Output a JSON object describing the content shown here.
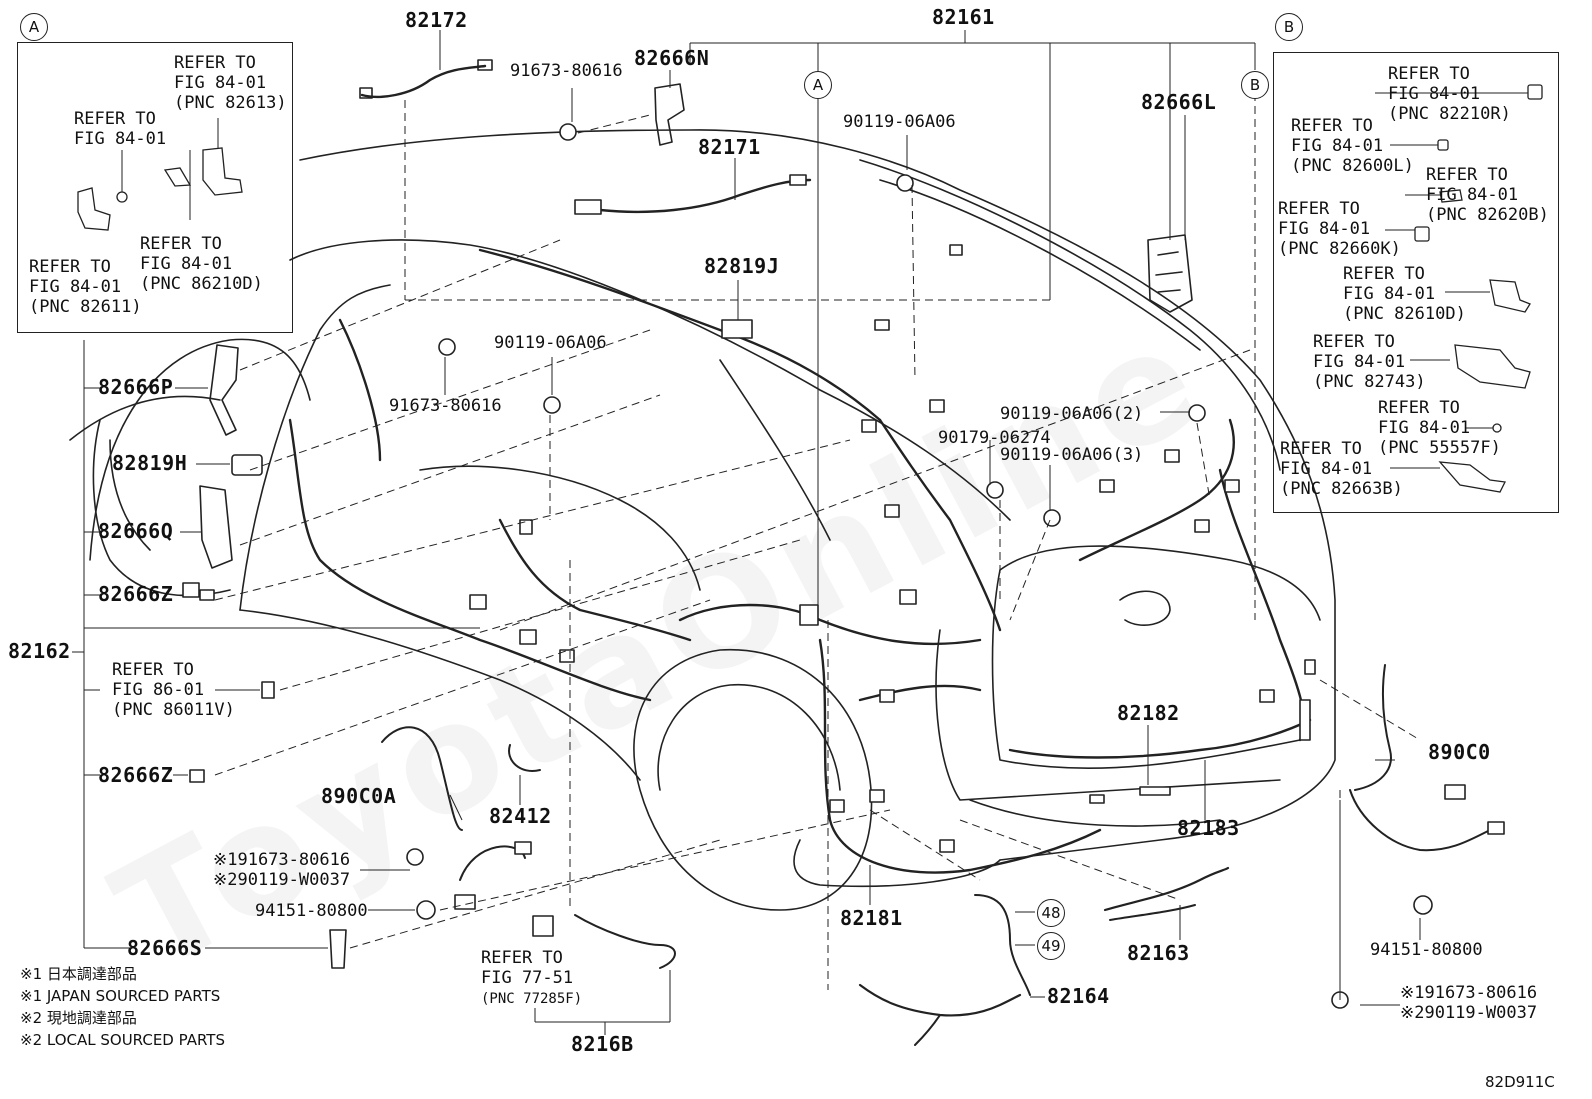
{
  "diagram": {
    "code": "82D911C",
    "watermark": "ToyotaOnline",
    "inset_a": {
      "marker": "A",
      "refs": [
        {
          "line1": "REFER TO",
          "line2": "FIG 84-01",
          "line3": "(PNC 82613)"
        },
        {
          "line1": "REFER TO",
          "line2": "FIG 84-01",
          "line3": ""
        },
        {
          "line1": "REFER TO",
          "line2": "FIG 84-01",
          "line3": "(PNC 86210D)"
        },
        {
          "line1": "REFER TO",
          "line2": "FIG 84-01",
          "line3": "(PNC 82611)"
        }
      ]
    },
    "inset_b": {
      "marker": "B",
      "refs": [
        {
          "line1": "REFER TO",
          "line2": "FIG 84-01",
          "line3": "(PNC 82210R)"
        },
        {
          "line1": "REFER TO",
          "line2": "FIG 84-01",
          "line3": "(PNC 82600L)"
        },
        {
          "line1": "REFER TO",
          "line2": "FIG 84-01",
          "line3": "(PNC 82620B)"
        },
        {
          "line1": "REFER TO",
          "line2": "FIG 84-01",
          "line3": "(PNC 82660K)"
        },
        {
          "line1": "REFER TO",
          "line2": "FIG 84-01",
          "line3": "(PNC 82610D)"
        },
        {
          "line1": "REFER TO",
          "line2": "FIG 84-01",
          "line3": "(PNC 82743)"
        },
        {
          "line1": "REFER TO",
          "line2": "FIG 84-01",
          "line3": "(PNC 55557F)"
        },
        {
          "line1": "REFER TO",
          "line2": "FIG 84-01",
          "line3": "(PNC 82663B)"
        }
      ]
    },
    "parts": {
      "p82172": "82172",
      "p82161": "82161",
      "p91673_top": "91673-80616",
      "p82666N": "82666N",
      "p82171": "82171",
      "p90119_top": "90119-06A06",
      "p82666L": "82666L",
      "p82819J": "82819J",
      "p90119_mid": "90119-06A06",
      "p91673_mid": "91673-80616",
      "p82666P": "82666P",
      "p82819H": "82819H",
      "p82666Q": "82666Q",
      "p82666Z_top": "82666Z",
      "p82162": "82162",
      "p90119_2": "90119-06A06(2)",
      "p90179": "90179-06274",
      "p90119_3": "90119-06A06(3)",
      "p82182": "82182",
      "p82183": "82183",
      "p890C0": "890C0",
      "p890C0A": "890C0A",
      "p82412": "82412",
      "p82666Z_bot": "82666Z",
      "p82181": "82181",
      "p94151_left": "94151-80800",
      "p94151_right": "94151-80800",
      "p82666S": "82666S",
      "p82163": "82163",
      "p82164": "82164",
      "p8216B": "8216B",
      "c48": "48",
      "c49": "49",
      "markA": "A",
      "markB": "B"
    },
    "refs_main": {
      "fig86": {
        "line1": "REFER TO",
        "line2": "FIG 86-01",
        "line3": "(PNC 86011V)"
      },
      "fig77": {
        "line1": "REFER TO",
        "line2": "FIG 77-51",
        "line3": "(PNC 77285F)"
      }
    },
    "marked_left": {
      "m1": "※191673-80616",
      "m2": "※290119-W0037"
    },
    "marked_right": {
      "m1": "※191673-80616",
      "m2": "※290119-W0037"
    },
    "notes": [
      "※1 日本調達部品",
      "※1 JAPAN SOURCED PARTS",
      "※2 現地調達部品",
      "※2 LOCAL SOURCED PARTS"
    ]
  }
}
